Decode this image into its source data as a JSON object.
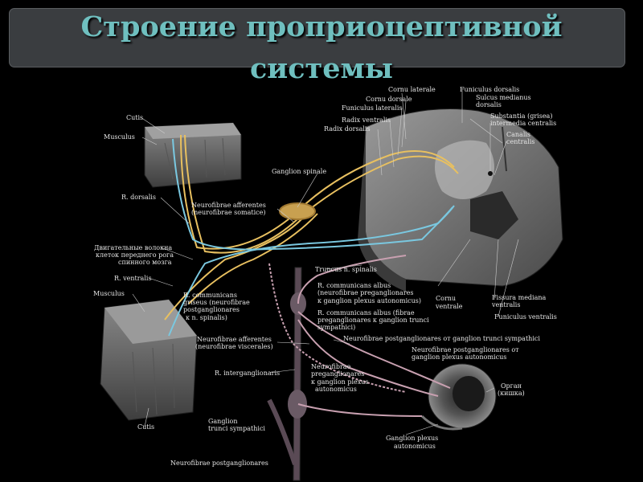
{
  "title": {
    "line1": "Строение проприоцептивной",
    "line2": "системы"
  },
  "colors": {
    "background": "#000000",
    "title_box": "#3a3d40",
    "title_text": "#6fbfbf",
    "afferent_fiber": "#e8c060",
    "motor_fiber": "#7ac8e0",
    "autonomic_fiber": "#c8a0b0",
    "spinal_cord": "#8a8a8a"
  },
  "labels": {
    "cutis_top": "Cutis",
    "musculus_top": "Musculus",
    "r_dorsalis": "R. dorsalis",
    "dvig_1": "Двигательные волокна",
    "dvig_2": "клеток переднего рога",
    "dvig_3": "спинного мозга",
    "r_ventralis": "R. ventralis",
    "musculus_bottom": "Musculus",
    "cutis_bottom": "Cutis",
    "ganglion_spinale": "Ganglion spinale",
    "neuro_aff_som_1": "Neurofibrae afferentes",
    "neuro_aff_som_2": "(neurofibrae somatice)",
    "r_comm_gris_1": "R. communicans",
    "r_comm_gris_2": "griseus (neurofibrae",
    "r_comm_gris_3": "postganglionares",
    "r_comm_gris_4": "к n. spinalis)",
    "neuro_aff_visc_1": "Neurofibrae afferentes",
    "neuro_aff_visc_2": "(neurofibrae viscerales)",
    "r_interganglionaris": "R. interganglionaris",
    "ganglion_trunci_1": "Ganglion",
    "ganglion_trunci_2": "trunci sympathici",
    "neuro_postgang_bottom": "Neurofibrae postganglionares",
    "cornu_laterale": "Cornu laterale",
    "cornu_dorsale": "Cornu dorsale",
    "funiculus_lateralis": "Funiculus lateralis",
    "radix_ventralis": "Radix ventralis",
    "radix_dorsalis": "Radix dorsalis",
    "funiculus_dorsalis": "Funiculus dorsalis",
    "sulcus_1": "Sulcus medianus",
    "sulcus_2": "dorsalis",
    "substantia_1": "Substantia (grisea)",
    "substantia_2": "intermedia centralis",
    "canalis_1": "Canalis",
    "canalis_2": "centralis",
    "truncus": "Truncus n. spinalis",
    "r_comm_albus_1": "R. communicans albus",
    "r_comm_albus_2": "(neurofibrae preganglionares",
    "r_comm_albus_3": "к ganglion plexus autonomicus)",
    "r_comm_albus2_1": "R. communicans albus (fibrae",
    "r_comm_albus2_2": "preganglionares к ganglion trunci",
    "r_comm_albus2_3": "sympathici)",
    "neuro_postgang_trunci": "Neurofibrae postganglionares от ganglion trunci sympathici",
    "neuro_postgang_plexus_1": "Neurofibrae postganglionares от",
    "neuro_postgang_plexus_2": "ganglion plexus autonomicus",
    "neuro_pregang_1": "Neurofibrae",
    "neuro_pregang_2": "preganglionares",
    "neuro_pregang_3": "к ganglion plexus",
    "neuro_pregang_4": "autonomicus",
    "cornu_ventrale_1": "Cornu",
    "cornu_ventrale_2": "ventrale",
    "fissura_1": "Fissura mediana",
    "fissura_2": "ventralis",
    "funiculus_ventralis": "Funiculus ventralis",
    "organ_1": "Орган",
    "organ_2": "(кишка)",
    "ganglion_plexus_1": "Ganglion plexus",
    "ganglion_plexus_2": "autonomicus"
  }
}
